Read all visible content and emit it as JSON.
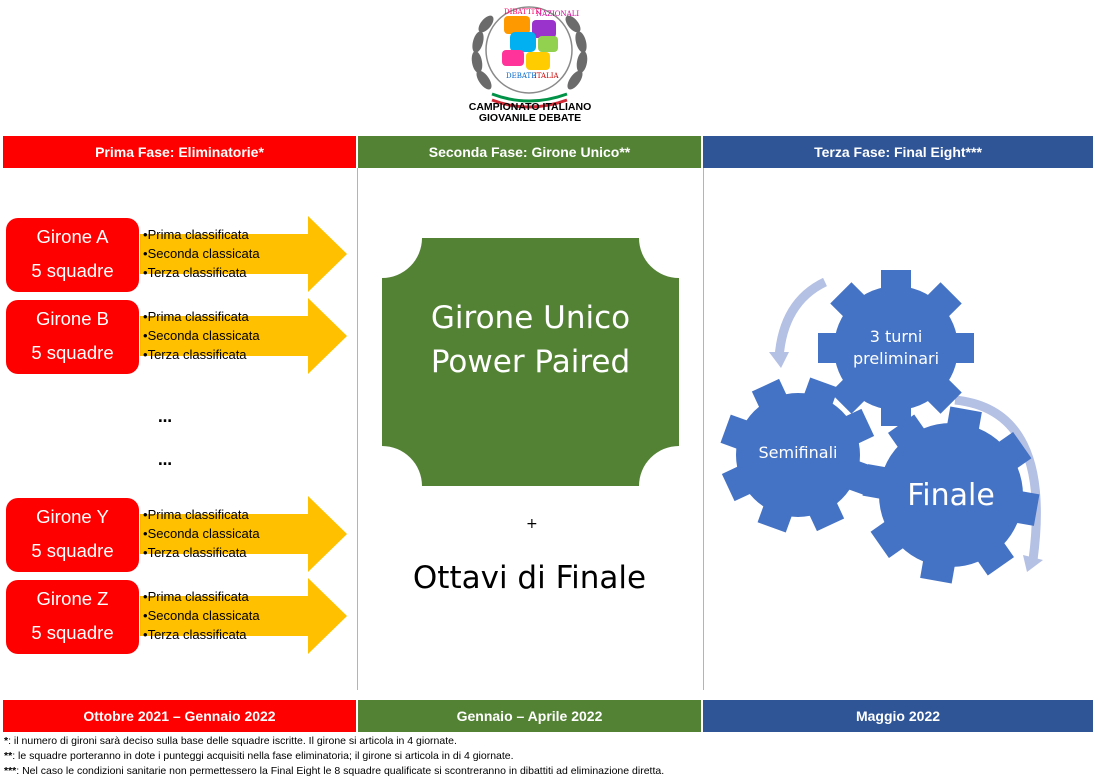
{
  "logo": {
    "bubble_words": [
      "DIBATTITI",
      "NAZIONALI",
      "DEBATE",
      "ITALIA"
    ],
    "title_line1": "CAMPIONATO ITALIANO",
    "title_line2": "GIOVANILE DEBATE"
  },
  "phases": [
    {
      "header": "Prima Fase: Eliminatorie*",
      "period": "Ottobre 2021 – Gennaio 2022",
      "color": "#ff0000"
    },
    {
      "header": "Seconda Fase: Girone Unico**",
      "period": "Gennaio – Aprile 2022",
      "color": "#548235"
    },
    {
      "header": "Terza Fase: Final Eight***",
      "period": "Maggio 2022",
      "color": "#2f5597"
    }
  ],
  "gironi": [
    {
      "name": "Girone A",
      "teams": "5 squadre",
      "ranks": [
        "Prima classificata",
        "Seconda classicata",
        "Terza classificata"
      ]
    },
    {
      "name": "Girone B",
      "teams": "5 squadre",
      "ranks": [
        "Prima classificata",
        "Seconda classicata",
        "Terza classificata"
      ]
    },
    {
      "name": "Girone Y",
      "teams": "5 squadre",
      "ranks": [
        "Prima classificata",
        "Seconda classicata",
        "Terza classificata"
      ]
    },
    {
      "name": "Girone Z",
      "teams": "5 squadre",
      "ranks": [
        "Prima classificata",
        "Seconda classicata",
        "Terza classificata"
      ]
    }
  ],
  "ellipsis": [
    "…",
    "…"
  ],
  "seconda": {
    "line1": "Girone Unico",
    "line2": "Power Paired",
    "plus": "+",
    "ottavi": "Ottavi di Finale"
  },
  "terza": {
    "preliminari_line1": "3 turni",
    "preliminari_line2": "preliminari",
    "semifinali": "Semifinali",
    "finale": "Finale"
  },
  "notes": [
    {
      "marker": "*",
      "text": ": il numero di gironi sarà deciso sulla base delle squadre iscritte. Il girone si articola in 4 giornate."
    },
    {
      "marker": "**",
      "text": ": le squadre porteranno in dote i punteggi acquisiti nella fase eliminatoria; il girone si articola in di 4 giornate."
    },
    {
      "marker": "***",
      "text": ": Nel caso le condizioni sanitarie non permettessero la Final Eight le 8 squadre qualificate si scontreranno in dibattiti ad eliminazione diretta."
    }
  ],
  "colors": {
    "red": "#ff0000",
    "green": "#548235",
    "blue": "#2f5597",
    "arrow": "#ffc000",
    "gear": "#4472c4",
    "cycle_arrow": "#b4c0e4"
  }
}
